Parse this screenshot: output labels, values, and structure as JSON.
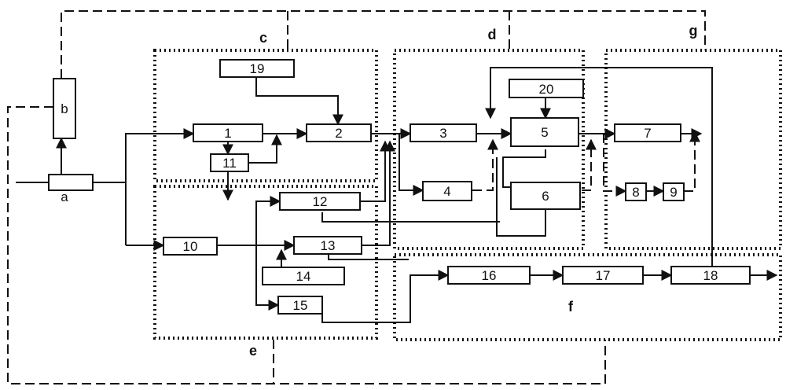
{
  "diagram": {
    "zones": {
      "c": "c",
      "d": "d",
      "e": "e",
      "f": "f",
      "g": "g"
    },
    "units": {
      "a": "a",
      "b": "b",
      "n1": "1",
      "n2": "2",
      "n3": "3",
      "n4": "4",
      "n5": "5",
      "n6": "6",
      "n7": "7",
      "n8": "8",
      "n9": "9",
      "n10": "10",
      "n11": "11",
      "n12": "12",
      "n13": "13",
      "n14": "14",
      "n15": "15",
      "n16": "16",
      "n17": "17",
      "n18": "18",
      "n19": "19",
      "n20": "20"
    }
  }
}
